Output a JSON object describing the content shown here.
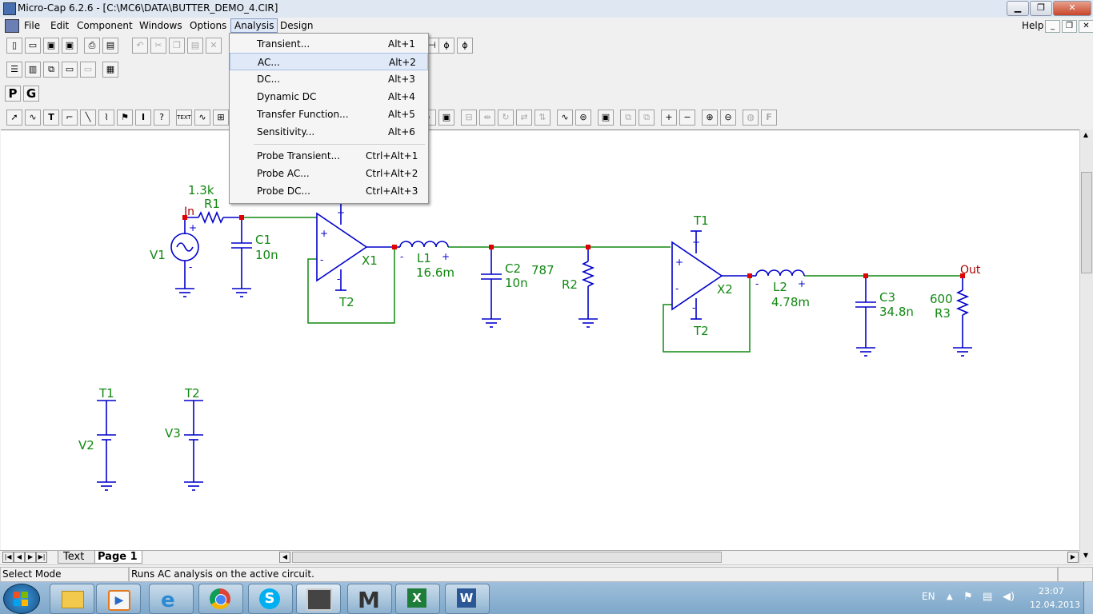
{
  "window": {
    "title": "Micro-Cap 6.2.6 - [C:\\MC6\\DATA\\BUTTER_DEMO_4.CIR]"
  },
  "menubar": {
    "items": [
      "File",
      "Edit",
      "Component",
      "Windows",
      "Options",
      "Analysis",
      "Design"
    ],
    "help": "Help"
  },
  "toolbar": {
    "mode_p": "P",
    "mode_g": "G",
    "text_btn": "TEXT"
  },
  "analysis_menu": {
    "items": [
      {
        "label": "Transient...",
        "shortcut": "Alt+1"
      },
      {
        "label": "AC...",
        "shortcut": "Alt+2"
      },
      {
        "label": "DC...",
        "shortcut": "Alt+3"
      },
      {
        "label": "Dynamic DC",
        "shortcut": "Alt+4"
      },
      {
        "label": "Transfer Function...",
        "shortcut": "Alt+5"
      },
      {
        "label": "Sensitivity...",
        "shortcut": "Alt+6"
      }
    ],
    "probe_items": [
      {
        "label": "Probe Transient...",
        "shortcut": "Ctrl+Alt+1"
      },
      {
        "label": "Probe AC...",
        "shortcut": "Ctrl+Alt+2"
      },
      {
        "label": "Probe DC...",
        "shortcut": "Ctrl+Alt+3"
      }
    ]
  },
  "schematic": {
    "labels": {
      "r1_val": "1.3k",
      "r1": "R1",
      "in": "In",
      "v1": "V1",
      "c1": "C1",
      "c1_val": "10n",
      "x1": "X1",
      "t2a": "T2",
      "l1": "L1",
      "l1_val": "16.6m",
      "c2": "C2",
      "c2_val": "10n",
      "r2_val": "787",
      "r2": "R2",
      "t1a": "T1",
      "x2": "X2",
      "t2b": "T2",
      "l2": "L2",
      "l2_val": "4.78m",
      "c3": "C3",
      "c3_val": "34.8n",
      "r3_val": "600",
      "r3": "R3",
      "out": "Out",
      "t1b": "T1",
      "v2": "V2",
      "t2c": "T2",
      "v3": "V3"
    }
  },
  "tabs": {
    "text": "Text",
    "page": "Page 1"
  },
  "status": {
    "mode": "Select Mode",
    "message": "Runs AC analysis on the active circuit."
  },
  "tray": {
    "lang": "EN",
    "time": "23:07",
    "date": "12.04.2013"
  },
  "taskbar_apps": [
    "explorer",
    "media-player",
    "internet-explorer",
    "chrome",
    "skype",
    "micro-cap",
    "micro-cap-m",
    "excel",
    "word"
  ]
}
